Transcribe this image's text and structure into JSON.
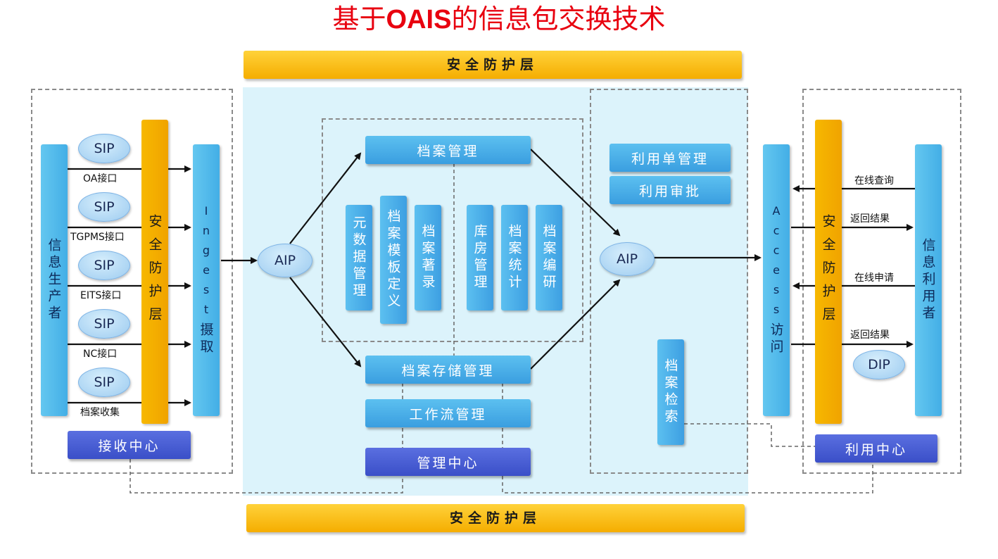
{
  "title": {
    "prefix": "基于",
    "bold": "OAIS",
    "suffix": "的信息包交换技术"
  },
  "security_layer_top": "安全防护层",
  "security_layer_bottom": "安全防护层",
  "left": {
    "producer": "信息生产者",
    "security": "安全防护层",
    "ingest_en": "Ingest",
    "ingest_zh": "摄取",
    "sip_items": [
      {
        "sip": "SIP",
        "label": "OA接口"
      },
      {
        "sip": "SIP",
        "label": "TGPMS接口"
      },
      {
        "sip": "SIP",
        "label": "EITS接口"
      },
      {
        "sip": "SIP",
        "label": "NC接口"
      },
      {
        "sip": "SIP",
        "label": "档案收集"
      }
    ],
    "center": "接收中心"
  },
  "middle": {
    "aip_left": "AIP",
    "archive_mgmt": "档案管理",
    "modules": [
      "元数据管理",
      "档案模板定义",
      "档案著录",
      "库房管理",
      "档案统计",
      "档案编研"
    ],
    "storage_mgmt": "档案存储管理",
    "workflow_mgmt": "工作流管理",
    "mgmt_center": "管理中心"
  },
  "access": {
    "use_form_mgmt": "利用单管理",
    "use_approval": "利用审批",
    "aip_right": "AIP",
    "archive_search": "档案检索"
  },
  "right": {
    "access_en": "Access",
    "access_zh": "访问",
    "security": "安全防护层",
    "user": "信息利用者",
    "labels": [
      "在线查询",
      "返回结果",
      "在线申请",
      "返回结果"
    ],
    "dip": "DIP",
    "center": "利用中心"
  },
  "colors": {
    "title_red": "#e8000f",
    "band_yellow": "#f5ad00",
    "box_blue": "#3a9ee0",
    "center_blue": "#3a4fc8",
    "panel_cyan": "#dcf3fb"
  }
}
